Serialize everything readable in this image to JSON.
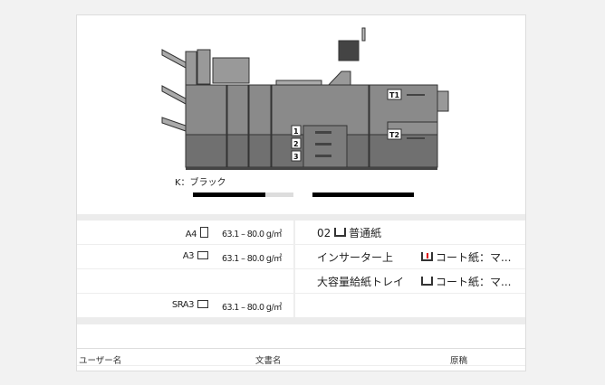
{
  "machine": {
    "tray_labels": [
      "T1",
      "T2",
      "1",
      "2",
      "3"
    ],
    "toner_label": "K：ブラック",
    "toner_level_percent": 72,
    "waste_level_percent": 100
  },
  "paper_sizes": [
    {
      "size": "A4",
      "orientation": "portrait",
      "weight": "63.1 – 80.0 g/㎡"
    },
    {
      "size": "A3",
      "orientation": "landscape",
      "weight": "63.1 – 80.0 g/㎡"
    },
    {
      "size": "",
      "orientation": "",
      "weight": ""
    },
    {
      "size": "SRA3",
      "orientation": "landscape",
      "weight": "63.1 – 80.0 g/㎡"
    }
  ],
  "trays": [
    {
      "name": "02",
      "paper": "普通紙",
      "icon": "tray-icon"
    },
    {
      "name": "インサーター上",
      "paper": "コート紙：マ...",
      "icon": "tray-warning-icon",
      "icon_color": "#e00000"
    },
    {
      "name": "大容量給紙トレイ",
      "paper": "コート紙：マ...",
      "icon": "tray-icon"
    }
  ],
  "job_table": {
    "columns": [
      "ユーザー名",
      "文書名",
      "原稿"
    ]
  }
}
